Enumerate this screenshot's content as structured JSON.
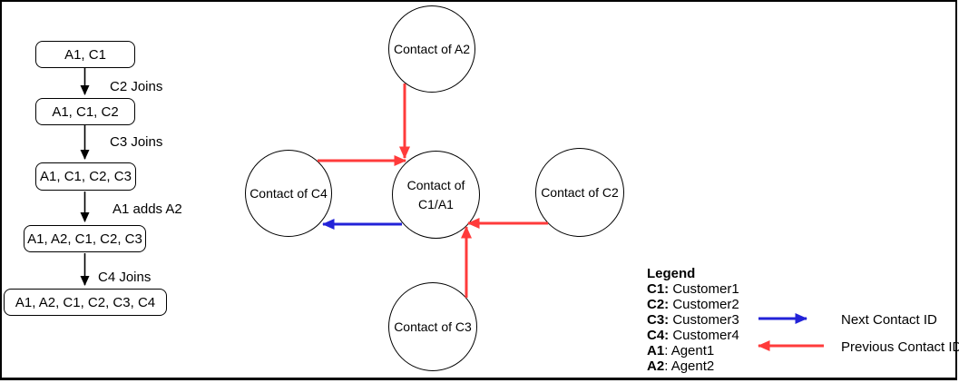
{
  "colors": {
    "red": "#FF3B3B",
    "blue": "#2222D8",
    "black": "#000000"
  },
  "flowchart": {
    "boxes": [
      {
        "label": "A1, C1"
      },
      {
        "label": "A1, C1, C2"
      },
      {
        "label": "A1, C1, C2, C3"
      },
      {
        "label": "A1, A2, C1, C2, C3"
      },
      {
        "label": "A1, A2, C1, C2, C3, C4"
      }
    ],
    "edge_labels": [
      {
        "text": "C2 Joins"
      },
      {
        "text": "C3 Joins"
      },
      {
        "text": "A1 adds A2"
      },
      {
        "text": "C4 Joins"
      }
    ]
  },
  "graph": {
    "nodes": {
      "a2": "Contact of A2",
      "c4": "Contact of C4",
      "center_line1": "Contact of",
      "center_line2": "C1/A1",
      "c2": "Contact of C2",
      "c3": "Contact of C3"
    }
  },
  "legend": {
    "title": "Legend",
    "entries": [
      {
        "k": "C1:",
        "v": " Customer1"
      },
      {
        "k": "C2:",
        "v": " Customer2"
      },
      {
        "k": "C3:",
        "v": " Customer3"
      },
      {
        "k": "C4:",
        "v": " Customer4"
      },
      {
        "k": "A1",
        "v": ": Agent1"
      },
      {
        "k": "A2",
        "v": ": Agent2"
      }
    ],
    "next_label": "Next Contact ID",
    "prev_label": "Previous Contact ID"
  }
}
